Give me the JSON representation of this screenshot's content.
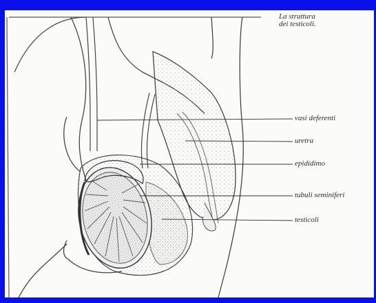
{
  "caption": {
    "line1": "La struttura",
    "line2": "dei testicoli."
  },
  "labels": {
    "vasi_deferenti": "vasi deferenti",
    "uretra": "uretra",
    "epididimo": "epididimo",
    "tubuli_seminiferi": "tubuli seminiferi",
    "testicoli": "testicoli"
  },
  "colors": {
    "frame": "#0a10e8",
    "paper": "#fbfbf9",
    "ink": "#2a2a2a"
  }
}
